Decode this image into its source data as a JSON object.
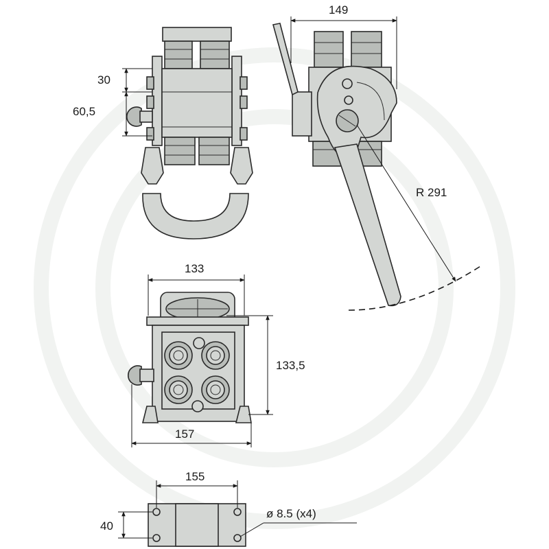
{
  "dimensions": {
    "width_top_right": "149",
    "height_30": "30",
    "height_60_5": "60,5",
    "radius": "R 291",
    "width_133": "133",
    "height_133_5": "133,5",
    "width_157": "157",
    "width_155": "155",
    "height_40": "40",
    "hole": "ø 8.5 (x4)"
  },
  "colors": {
    "part_fill": "#d3d6d3",
    "outline": "#2a2a2a",
    "watermark": "#f1f3f1"
  }
}
